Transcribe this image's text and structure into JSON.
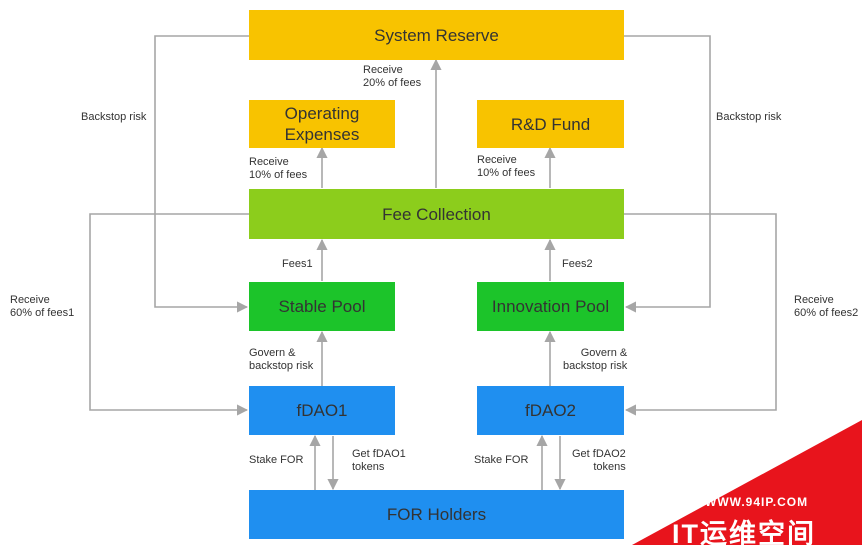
{
  "nodes": {
    "system_reserve": "System Reserve",
    "operating_expenses": [
      "Operating",
      "Expenses"
    ],
    "rd_fund": "R&D Fund",
    "fee_collection": "Fee Collection",
    "stable_pool": "Stable Pool",
    "innovation_pool": "Innovation Pool",
    "fdao1": "fDAO1",
    "fdao2": "fDAO2",
    "for_holders": "FOR Holders"
  },
  "edges": {
    "receive_20": [
      "Receive",
      "20% of fees"
    ],
    "receive_10_left": [
      "Receive",
      "10% of fees"
    ],
    "receive_10_right": [
      "Receive",
      "10% of fees"
    ],
    "backstop_left": "Backstop risk",
    "backstop_right": "Backstop risk",
    "receive_60_fees1": [
      "Receive",
      "60% of fees1"
    ],
    "receive_60_fees2": [
      "Receive",
      "60% of fees2"
    ],
    "fees1": "Fees1",
    "fees2": "Fees2",
    "govern_left": [
      "Govern &",
      "backstop risk"
    ],
    "govern_right": [
      "Govern &",
      "backstop risk"
    ],
    "stake_for_left": "Stake FOR",
    "stake_for_right": "Stake FOR",
    "get_fdao1": [
      "Get fDAO1",
      "tokens"
    ],
    "get_fdao2": [
      "Get fDAO2",
      "tokens"
    ]
  },
  "watermark": {
    "url": "WWW.94IP.COM",
    "name": "IT运维空间",
    "color": "#e8141c"
  },
  "colors": {
    "yellow": "#f8c300",
    "lime": "#8ccd1c",
    "green": "#1cc42a",
    "blue": "#1f8ff0",
    "line": "#a6a6a6"
  }
}
